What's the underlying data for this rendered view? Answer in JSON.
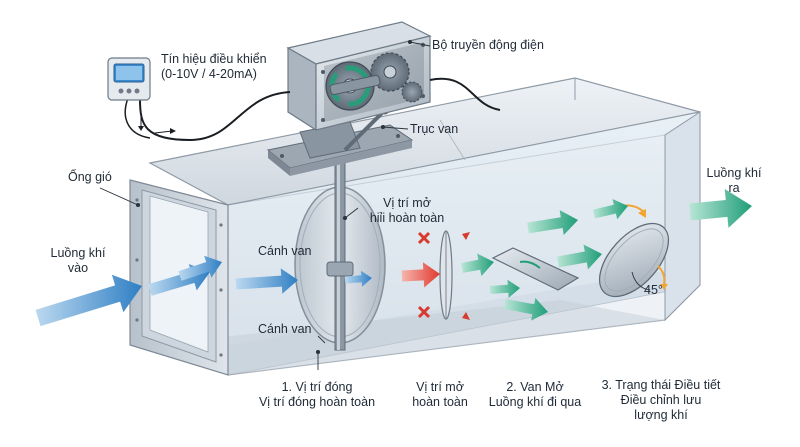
{
  "labels": {
    "control_signal": [
      "Tín hiệu điều khiển",
      "(0-10V / 4-20mA)"
    ],
    "actuator": "Bộ truyền động điện",
    "shaft": "Trục van",
    "duct": "Ống gió",
    "airflow_in": [
      "Luồng khí",
      "vào"
    ],
    "airflow_out": [
      "Luồng khí",
      "ra"
    ],
    "blade_top": "Cánh van",
    "blade_bottom": "Cánh van",
    "fully_open_pos": [
      "Vị trí mở",
      "hiỉi hoàn toàn"
    ],
    "angle": "45°"
  },
  "steps": [
    {
      "lines": [
        "1. Vị trí đóng",
        "Vị trí đóng hoàn toàn"
      ]
    },
    {
      "lines": [
        "Vị trí mở",
        "hoàn toàn"
      ]
    },
    {
      "lines": [
        "2. Van Mở",
        "Luồng khí đi qua"
      ]
    },
    {
      "lines": [
        "3. Trạng thái Điều tiết",
        "Điều chỉnh lưu",
        "lượng khí"
      ]
    }
  ],
  "colors": {
    "airflow_blue": "#2f7fc4",
    "airflow_green": "#1f9e78",
    "flow_red": "#e03a2f",
    "block_red": "#d93a2e",
    "orange": "#f2a531",
    "duct_metal": "#c6ced6"
  }
}
